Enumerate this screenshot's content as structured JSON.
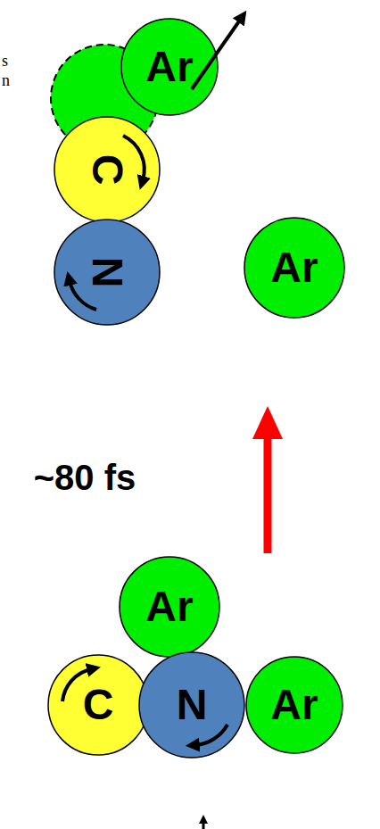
{
  "diagram": {
    "nodes": [
      {
        "text": [
          "Ar"
        ]
      },
      {
        "text": [
          "C"
        ]
      },
      {
        "text": [
          "N"
        ]
      },
      {
        "text": [
          "Ar"
        ]
      },
      {
        "text": [
          "Ar"
        ]
      },
      {
        "text": [
          "C"
        ]
      },
      {
        "text": [
          "N"
        ]
      },
      {
        "text": [
          "Ar"
        ]
      }
    ],
    "labels": [
      "~80 fs",
      "s",
      "n"
    ]
  }
}
